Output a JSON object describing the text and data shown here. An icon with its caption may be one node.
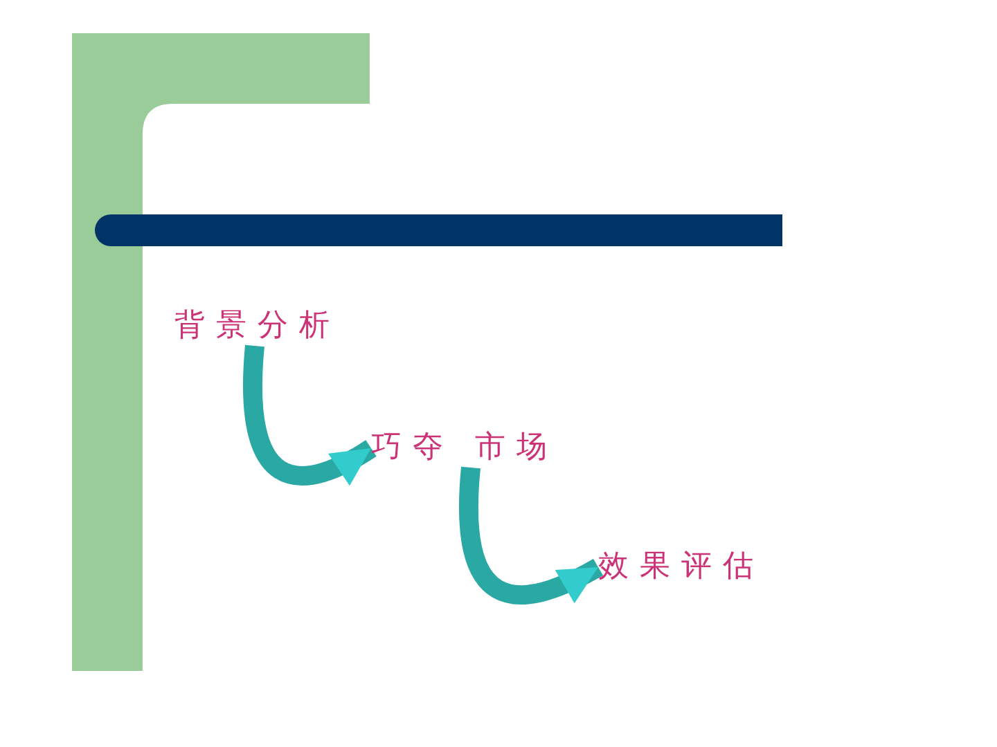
{
  "diagram": {
    "nodes": [
      {
        "text": [
          "背景分析"
        ]
      },
      {
        "text": [
          "巧夺 市场"
        ]
      },
      {
        "text": [
          "效果评估"
        ]
      }
    ],
    "edges": [
      {
        "from": 0,
        "to": 1,
        "arrow": "to"
      },
      {
        "from": 1,
        "to": 2,
        "arrow": "to"
      }
    ]
  }
}
